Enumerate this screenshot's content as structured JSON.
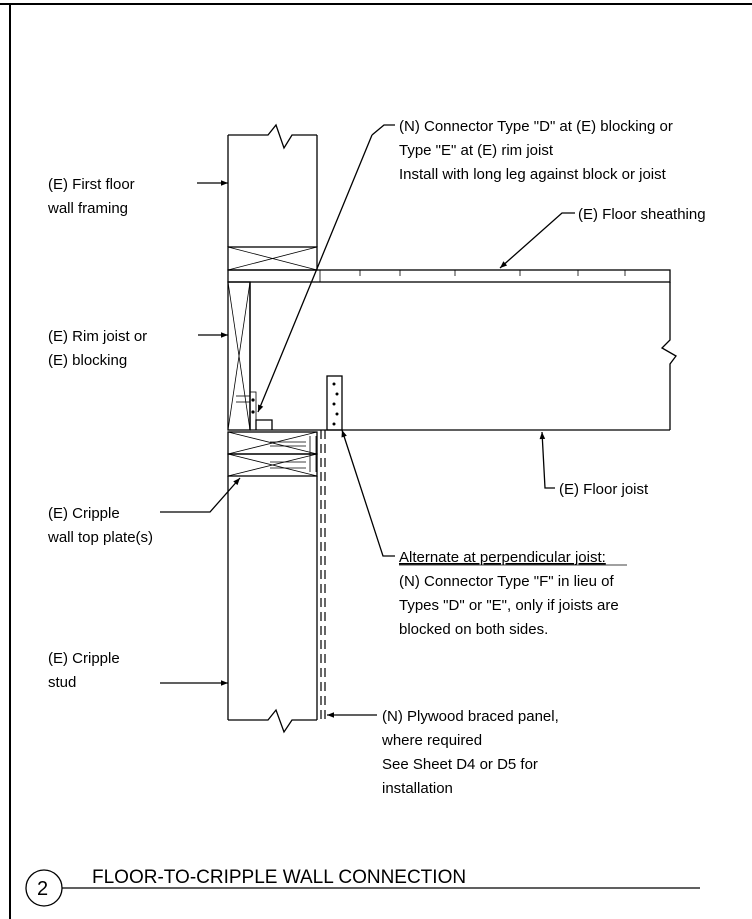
{
  "labels": {
    "first_floor_wall": [
      "(E) First floor",
      "wall framing"
    ],
    "connector_d_e": [
      "(N) Connector Type \"D\" at (E) blocking or",
      "Type \"E\" at (E) rim joist",
      "Install with long leg against block or joist"
    ],
    "floor_sheathing": "(E) Floor sheathing",
    "rim_joist": [
      "(E) Rim joist or",
      "(E) blocking"
    ],
    "floor_joist": "(E) Floor joist",
    "cripple_top_plate": [
      "(E) Cripple",
      "wall top plate(s)"
    ],
    "alternate_heading": "Alternate at perpendicular joist:",
    "alternate_body": [
      "(N) Connector Type \"F\" in lieu of",
      "Types \"D\" or \"E\", only if joists are",
      "blocked on both sides."
    ],
    "cripple_stud": [
      "(E) Cripple",
      "stud"
    ],
    "plywood_panel": [
      "(N) Plywood braced panel,",
      "where required",
      "See Sheet D4 or D5 for",
      "installation"
    ]
  },
  "detail": {
    "number": "2",
    "title": "FLOOR-TO-CRIPPLE WALL CONNECTION"
  }
}
